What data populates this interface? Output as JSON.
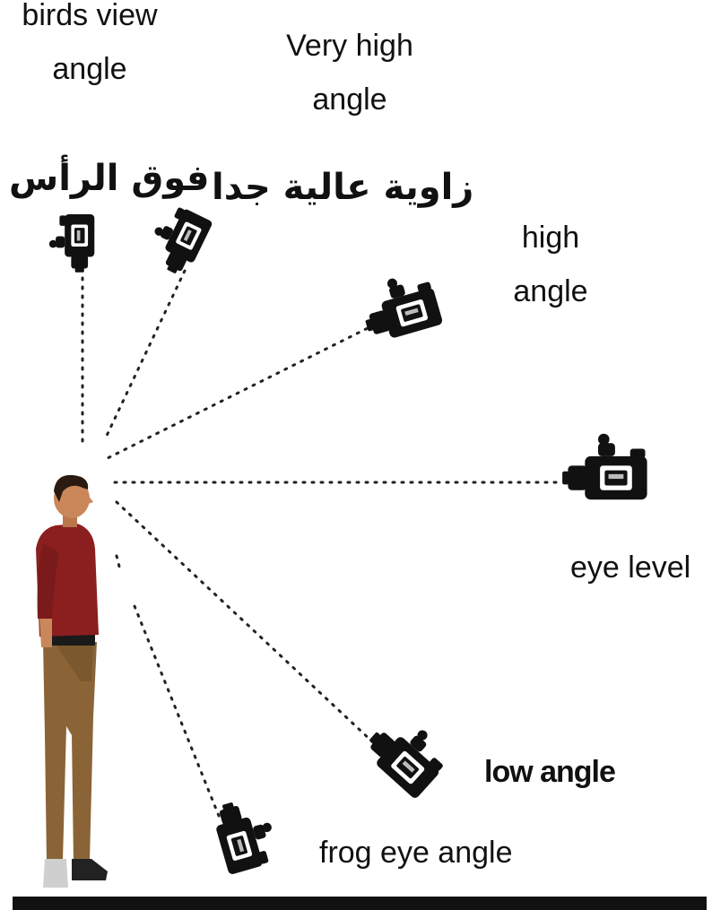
{
  "labels": {
    "birds_view": "birds view\nangle",
    "very_high": "Very high\nangle",
    "high": "high\nangle",
    "eye_level": "eye level",
    "low": "low angle",
    "frog_eye": "frog eye angle"
  },
  "arabic": {
    "overhead": "فوق الرأس",
    "very_high": "زاوية عالية جدا"
  },
  "colors": {
    "shirt": "#8b1f1f",
    "trousers": "#8a6436",
    "skin": "#c9875a",
    "hair": "#2a1a10",
    "camera": "#111111",
    "ground": "#111111"
  },
  "icons": [
    "camera-icon",
    "person-figure",
    "ground-line"
  ]
}
